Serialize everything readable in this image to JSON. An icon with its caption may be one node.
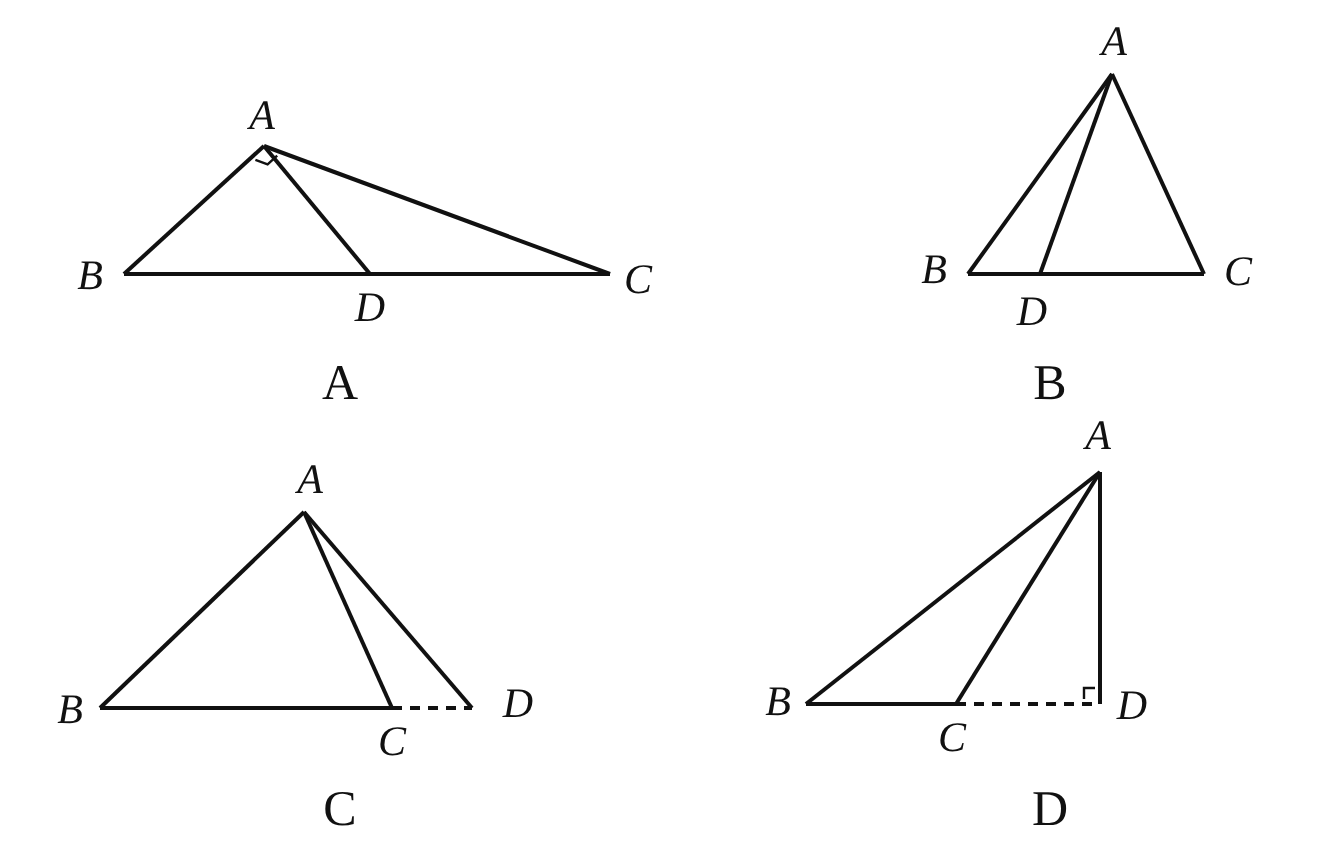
{
  "diagram": {
    "nodes": [
      {
        "text": [
          "A"
        ]
      },
      {
        "text": [
          "B"
        ]
      },
      {
        "text": [
          "D"
        ]
      },
      {
        "text": [
          "C"
        ]
      },
      {
        "text": [
          "A"
        ]
      },
      {
        "text": [
          "B"
        ]
      },
      {
        "text": [
          "D"
        ]
      },
      {
        "text": [
          "C"
        ]
      },
      {
        "text": [
          "A"
        ]
      },
      {
        "text": [
          "B"
        ]
      },
      {
        "text": [
          "C"
        ]
      },
      {
        "text": [
          "D"
        ]
      },
      {
        "text": [
          "A"
        ]
      },
      {
        "text": [
          "B"
        ]
      },
      {
        "text": [
          "C"
        ]
      },
      {
        "text": [
          "D"
        ]
      }
    ],
    "edges": [
      {
        "from": 0,
        "to": 1,
        "arrow": "none"
      },
      {
        "from": 0,
        "to": 3,
        "arrow": "none"
      },
      {
        "from": 0,
        "to": 2,
        "arrow": "none"
      },
      {
        "from": 1,
        "to": 2,
        "arrow": "none"
      },
      {
        "from": 2,
        "to": 3,
        "arrow": "none"
      },
      {
        "from": 4,
        "to": 5,
        "arrow": "none"
      },
      {
        "from": 4,
        "to": 7,
        "arrow": "none"
      },
      {
        "from": 4,
        "to": 6,
        "arrow": "none"
      },
      {
        "from": 5,
        "to": 6,
        "arrow": "none"
      },
      {
        "from": 6,
        "to": 7,
        "arrow": "none"
      },
      {
        "from": 8,
        "to": 9,
        "arrow": "none"
      },
      {
        "from": 8,
        "to": 10,
        "arrow": "none"
      },
      {
        "from": 8,
        "to": 11,
        "arrow": "none"
      },
      {
        "from": 9,
        "to": 10,
        "arrow": "none"
      },
      {
        "from": 10,
        "to": 11,
        "arrow": "none",
        "style": "dashed"
      },
      {
        "from": 12,
        "to": 13,
        "arrow": "none"
      },
      {
        "from": 12,
        "to": 14,
        "arrow": "none"
      },
      {
        "from": 12,
        "to": 15,
        "arrow": "none"
      },
      {
        "from": 13,
        "to": 14,
        "arrow": "none"
      },
      {
        "from": 14,
        "to": 15,
        "arrow": "none",
        "style": "dashed"
      }
    ],
    "labels": [
      "A",
      "B",
      "C",
      "D"
    ]
  }
}
